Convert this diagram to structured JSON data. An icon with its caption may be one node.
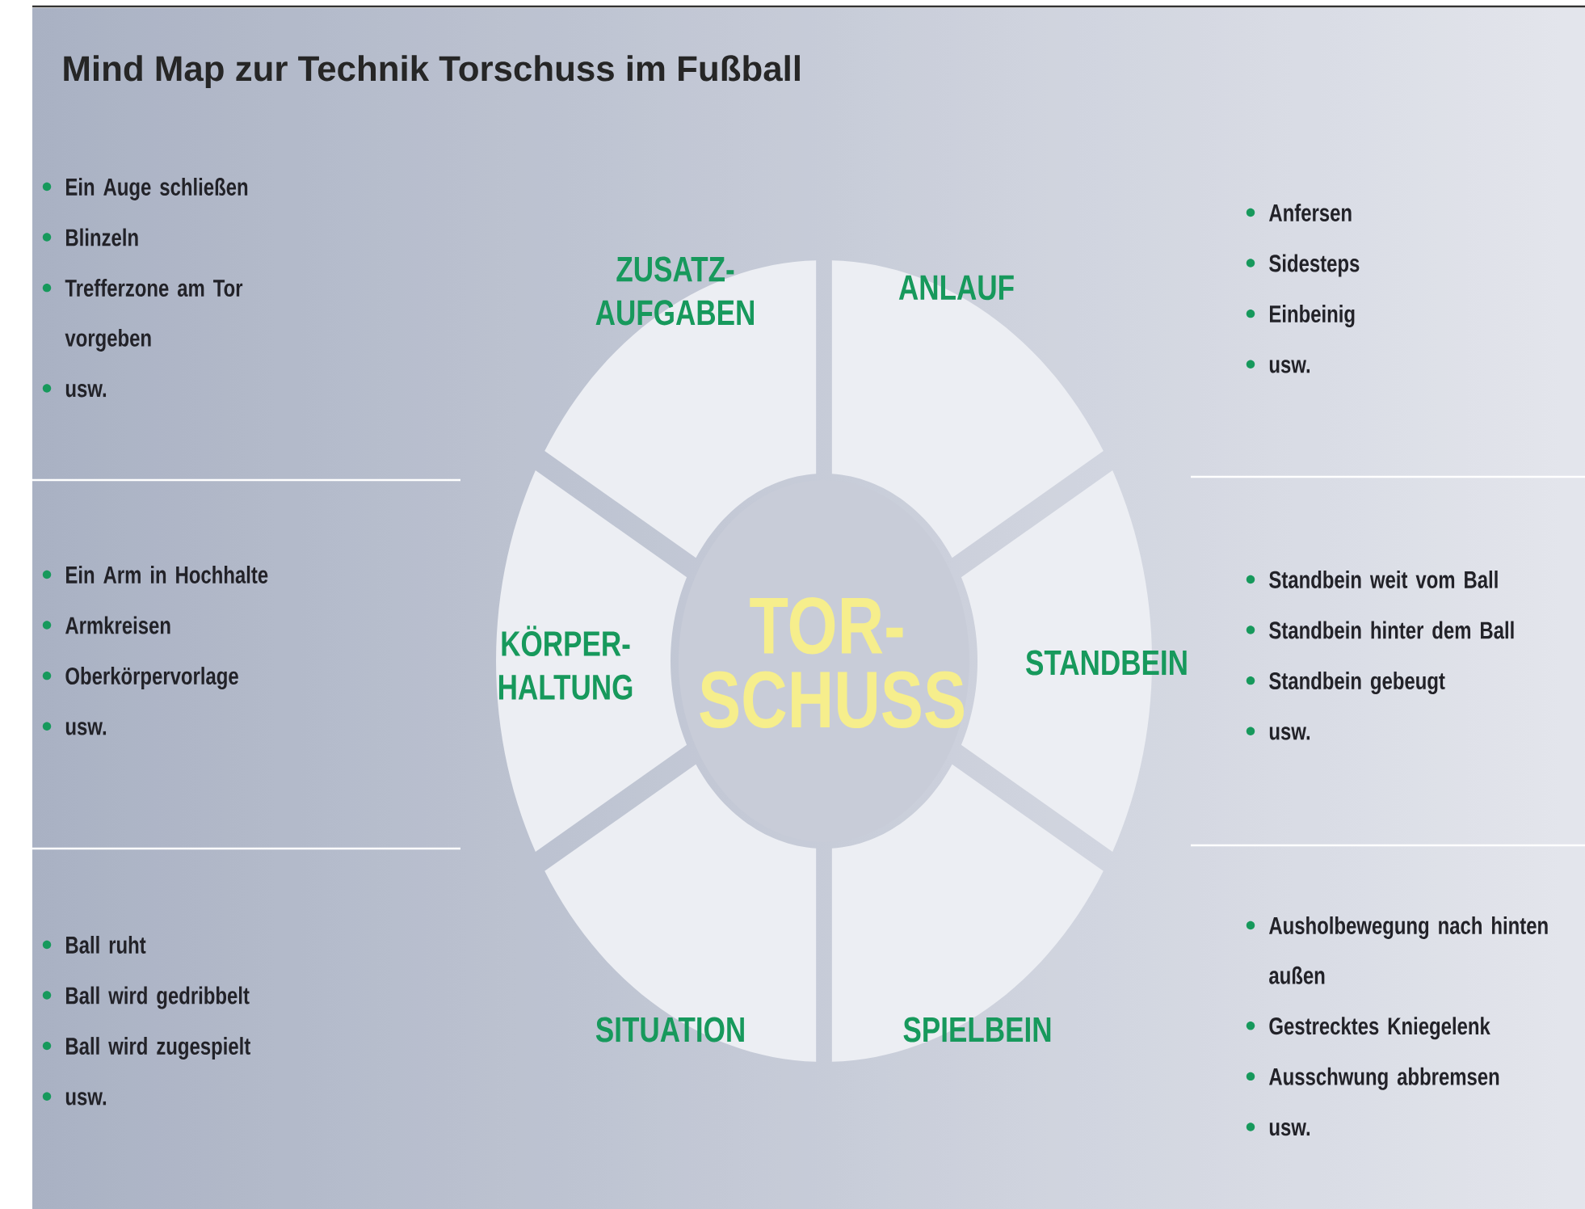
{
  "diagram": {
    "title": "Mind Map zur Technik Torschuss im Fußball",
    "nodes": [
      {
        "text": [
          "ZUSATZ- AUFGABEN"
        ],
        "beside": [
          "Ein Auge schließen",
          "Blinzeln",
          "Trefferzone am Tor vorgeben",
          "usw."
        ]
      },
      {
        "text": [
          "ANLAUF"
        ],
        "beside": [
          "Anfersen",
          "Sidesteps",
          "Einbeinig",
          "usw."
        ]
      },
      {
        "text": [
          "KÖRPER- HALTUNG"
        ],
        "beside": [
          "Ein Arm in Hochhalte",
          "Armkreisen",
          "Oberkörpervorlage",
          "usw."
        ]
      },
      {
        "text": [
          "TOR- SCHUSS"
        ]
      },
      {
        "text": [
          "STANDBEIN"
        ],
        "beside": [
          "Standbein weit vom Ball",
          "Standbein hinter dem Ball",
          "Standbein gebeugt",
          "usw."
        ]
      },
      {
        "text": [
          "SITUATION"
        ],
        "beside": [
          "Ball ruht",
          "Ball wird gedribbelt",
          "Ball wird zugespielt",
          "usw."
        ]
      },
      {
        "text": [
          "SPIELBEIN"
        ],
        "beside": [
          "Ausholbewegung nach hinten außen",
          "Gestrecktes Kniegelenk",
          "Ausschwung abbremsen",
          "usw."
        ]
      }
    ]
  }
}
